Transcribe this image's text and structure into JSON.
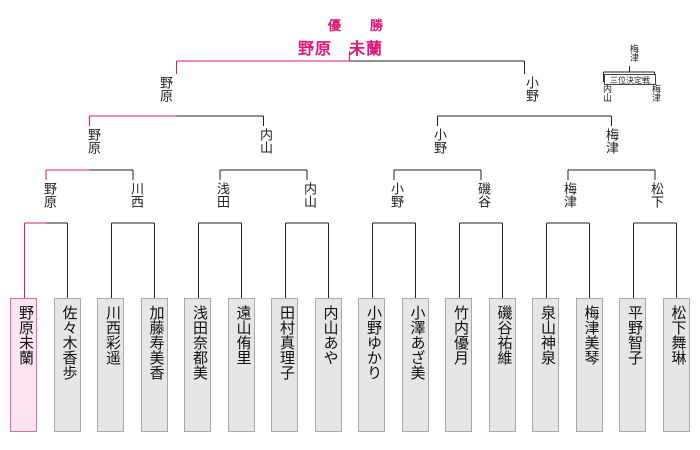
{
  "champion": {
    "title": "優　勝",
    "name": "野原　未蘭"
  },
  "third_place": {
    "title": "三位決定戦",
    "winner": "梅津",
    "left": "内山",
    "right": "梅津"
  },
  "players": [
    {
      "name": "野原未蘭",
      "highlight": true
    },
    {
      "name": "佐々木香歩",
      "highlight": false
    },
    {
      "name": "川西彩遥",
      "highlight": false
    },
    {
      "name": "加藤寿美香",
      "highlight": false
    },
    {
      "name": "浅田奈都美",
      "highlight": false
    },
    {
      "name": "遠山侑里",
      "highlight": false
    },
    {
      "name": "田村真理子",
      "highlight": false
    },
    {
      "name": "内山あや",
      "highlight": false
    },
    {
      "name": "小野ゆかり",
      "highlight": false
    },
    {
      "name": "小澤あざ美",
      "highlight": false
    },
    {
      "name": "竹内優月",
      "highlight": false
    },
    {
      "name": "磯谷祐維",
      "highlight": false
    },
    {
      "name": "泉山神泉",
      "highlight": false
    },
    {
      "name": "梅津美琴",
      "highlight": false
    },
    {
      "name": "平野智子",
      "highlight": false
    },
    {
      "name": "松下舞琳",
      "highlight": false
    }
  ],
  "rounds": {
    "r1": [
      "野原",
      "川西",
      "浅田",
      "内山",
      "小野",
      "磯谷",
      "梅津",
      "松下"
    ],
    "r2": [
      "野原",
      "内山",
      "小野",
      "梅津"
    ],
    "semi": [
      "野原",
      "小野"
    ]
  },
  "colors": {
    "winner_line": "#e0157a",
    "line": "#222222",
    "winner_box": "#fce4f1",
    "box": "#e6e6e6"
  }
}
